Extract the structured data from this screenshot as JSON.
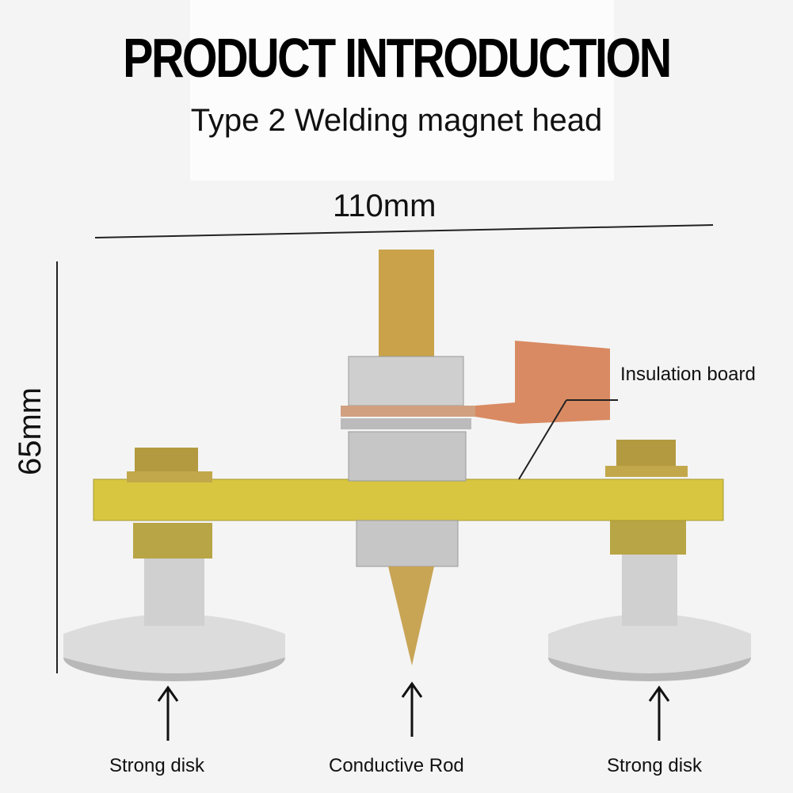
{
  "header": {
    "title": "PRODUCT INTRODUCTION",
    "subtitle": "Type 2 Welding magnet head"
  },
  "dimensions": {
    "width": "110mm",
    "height": "65mm"
  },
  "callouts": {
    "insulation_board": "Insulation board",
    "left_disk": "Strong disk",
    "center_rod": "Conductive Rod",
    "right_disk": "Strong disk"
  },
  "colors": {
    "board": "#d8c640",
    "copper": "#d98a62",
    "brass": "#c9a24a",
    "steel": "#c8c8c8"
  }
}
